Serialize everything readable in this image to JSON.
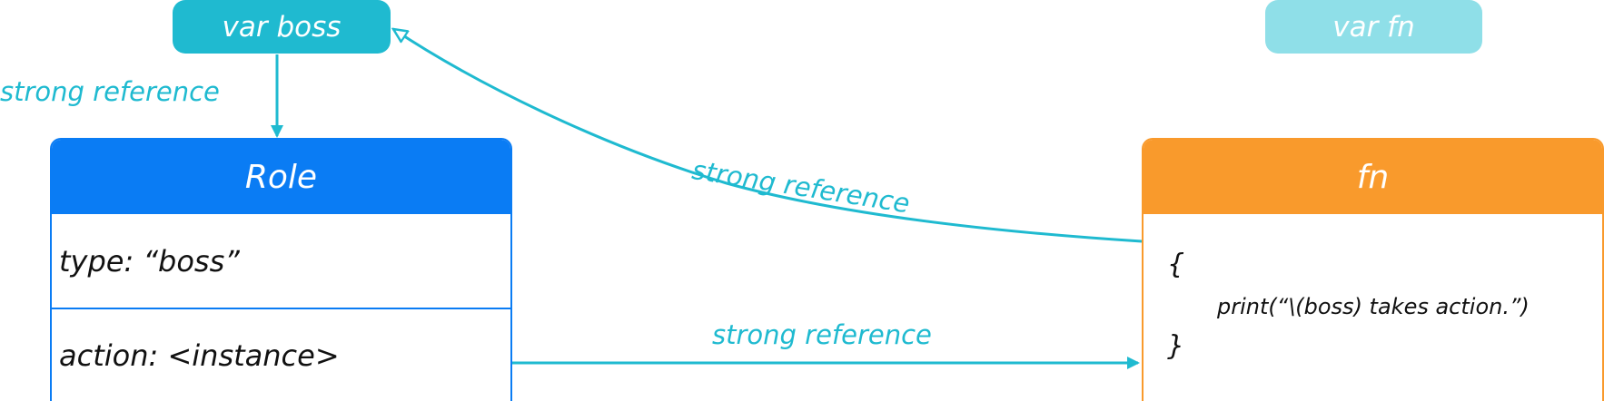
{
  "nodes": {
    "var_boss": "var boss",
    "var_fn": "var fn",
    "role": {
      "title": "Role",
      "type_field": "type: “boss”",
      "action_field": "action: <instance>"
    },
    "fn": {
      "title": "fn",
      "code_open": "{",
      "code_body": "print(“\\(boss) takes action.”)",
      "code_close": "}"
    }
  },
  "edges": [
    {
      "from": "var boss",
      "to": "Role",
      "label": "strong reference"
    },
    {
      "from": "fn",
      "to": "var boss",
      "label": "strong reference"
    },
    {
      "from": "Role.action",
      "to": "fn",
      "label": "strong reference"
    }
  ],
  "colors": {
    "accent": "#1fbad0",
    "accent_light": "#8fdfe8",
    "role_blue": "#0a7cf4",
    "fn_orange": "#f99a2c"
  }
}
